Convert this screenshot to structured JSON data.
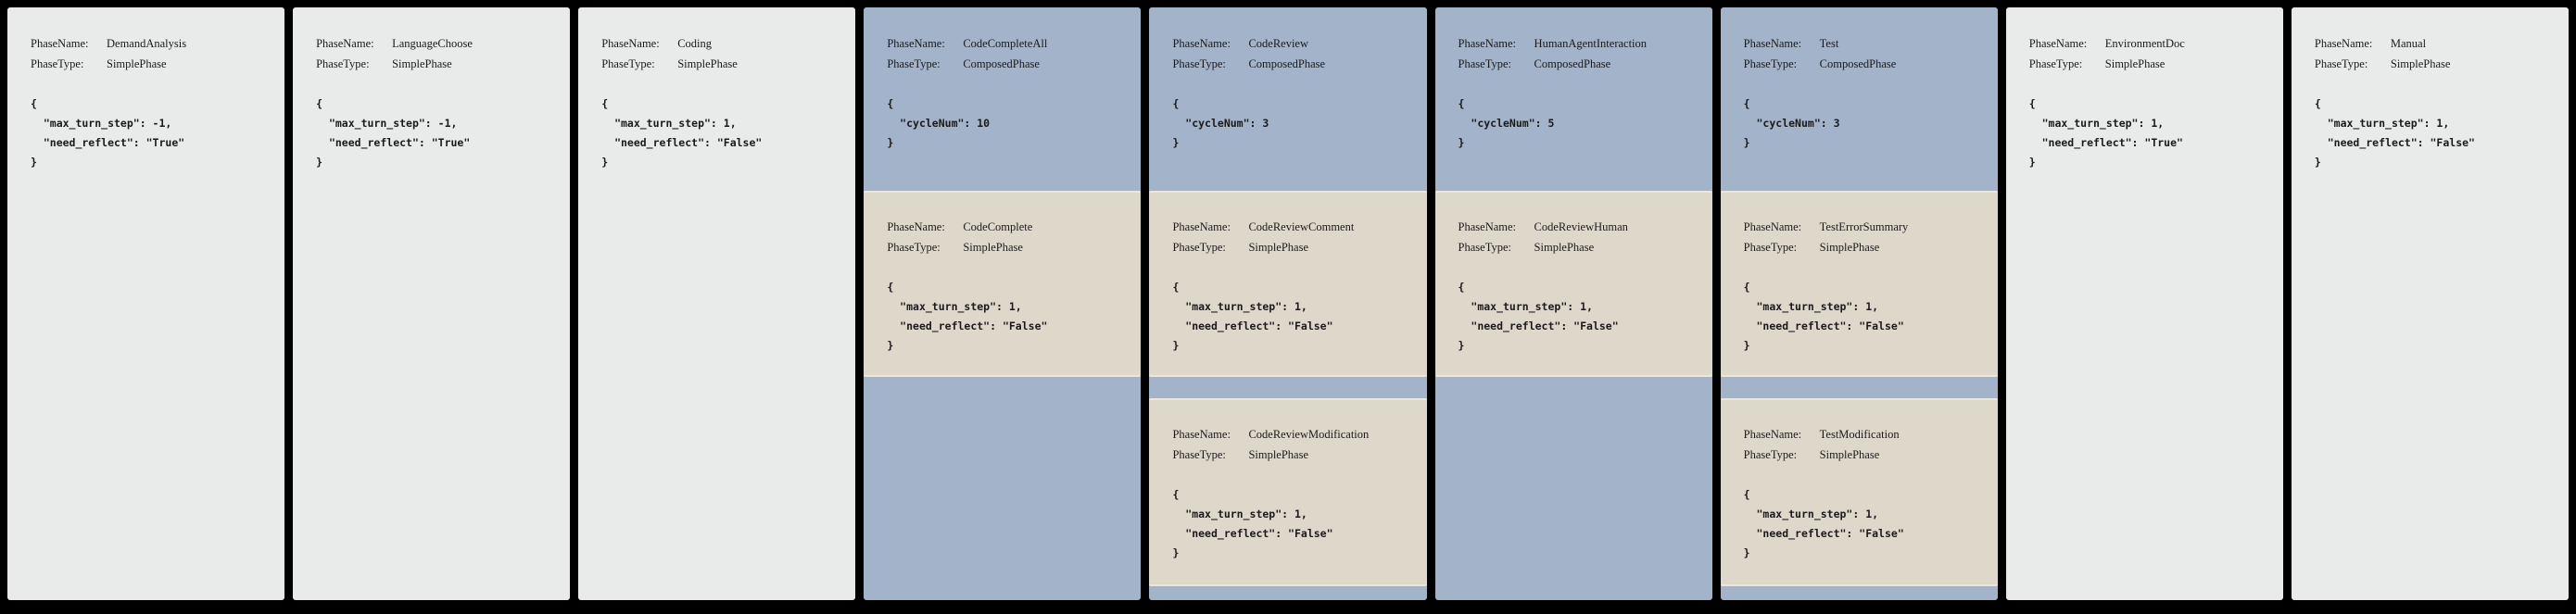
{
  "colors": {
    "page_background": "#000000",
    "simple_phase_bg": "#e8ebe9",
    "composed_phase_bg": "#a3b3c9",
    "nested_phase_bg": "#ded8cb",
    "text": "#1a1a1a"
  },
  "labels": {
    "phase_name": "PhaseName:",
    "phase_type": "PhaseType:"
  },
  "phases": [
    {
      "name": "DemandAnalysis",
      "type": "SimplePhase",
      "config": [
        "{",
        "  \"max_turn_step\": -1,",
        "  \"need_reflect\": \"True\"",
        "}"
      ]
    },
    {
      "name": "LanguageChoose",
      "type": "SimplePhase",
      "config": [
        "{",
        "  \"max_turn_step\": -1,",
        "  \"need_reflect\": \"True\"",
        "}"
      ]
    },
    {
      "name": "Coding",
      "type": "SimplePhase",
      "config": [
        "{",
        "  \"max_turn_step\": 1,",
        "  \"need_reflect\": \"False\"",
        "}"
      ]
    },
    {
      "name": "CodeCompleteAll",
      "type": "ComposedPhase",
      "config": [
        "{",
        "  \"cycleNum\": 10",
        "}"
      ],
      "children": [
        {
          "name": "CodeComplete",
          "type": "SimplePhase",
          "config": [
            "{",
            "  \"max_turn_step\": 1,",
            "  \"need_reflect\": \"False\"",
            "}"
          ]
        }
      ]
    },
    {
      "name": "CodeReview",
      "type": "ComposedPhase",
      "config": [
        "{",
        "  \"cycleNum\": 3",
        "}"
      ],
      "children": [
        {
          "name": "CodeReviewComment",
          "type": "SimplePhase",
          "config": [
            "{",
            "  \"max_turn_step\": 1,",
            "  \"need_reflect\": \"False\"",
            "}"
          ]
        },
        {
          "name": "CodeReviewModification",
          "type": "SimplePhase",
          "config": [
            "{",
            "  \"max_turn_step\": 1,",
            "  \"need_reflect\": \"False\"",
            "}"
          ]
        }
      ]
    },
    {
      "name": "HumanAgentInteraction",
      "type": "ComposedPhase",
      "config": [
        "{",
        "  \"cycleNum\": 5",
        "}"
      ],
      "children": [
        {
          "name": "CodeReviewHuman",
          "type": "SimplePhase",
          "config": [
            "{",
            "  \"max_turn_step\": 1,",
            "  \"need_reflect\": \"False\"",
            "}"
          ]
        }
      ]
    },
    {
      "name": "Test",
      "type": "ComposedPhase",
      "config": [
        "{",
        "  \"cycleNum\": 3",
        "}"
      ],
      "children": [
        {
          "name": "TestErrorSummary",
          "type": "SimplePhase",
          "config": [
            "{",
            "  \"max_turn_step\": 1,",
            "  \"need_reflect\": \"False\"",
            "}"
          ]
        },
        {
          "name": "TestModification",
          "type": "SimplePhase",
          "config": [
            "{",
            "  \"max_turn_step\": 1,",
            "  \"need_reflect\": \"False\"",
            "}"
          ]
        }
      ]
    },
    {
      "name": "EnvironmentDoc",
      "type": "SimplePhase",
      "config": [
        "{",
        "  \"max_turn_step\": 1,",
        "  \"need_reflect\": \"True\"",
        "}"
      ]
    },
    {
      "name": "Manual",
      "type": "SimplePhase",
      "config": [
        "{",
        "  \"max_turn_step\": 1,",
        "  \"need_reflect\": \"False\"",
        "}"
      ]
    }
  ]
}
